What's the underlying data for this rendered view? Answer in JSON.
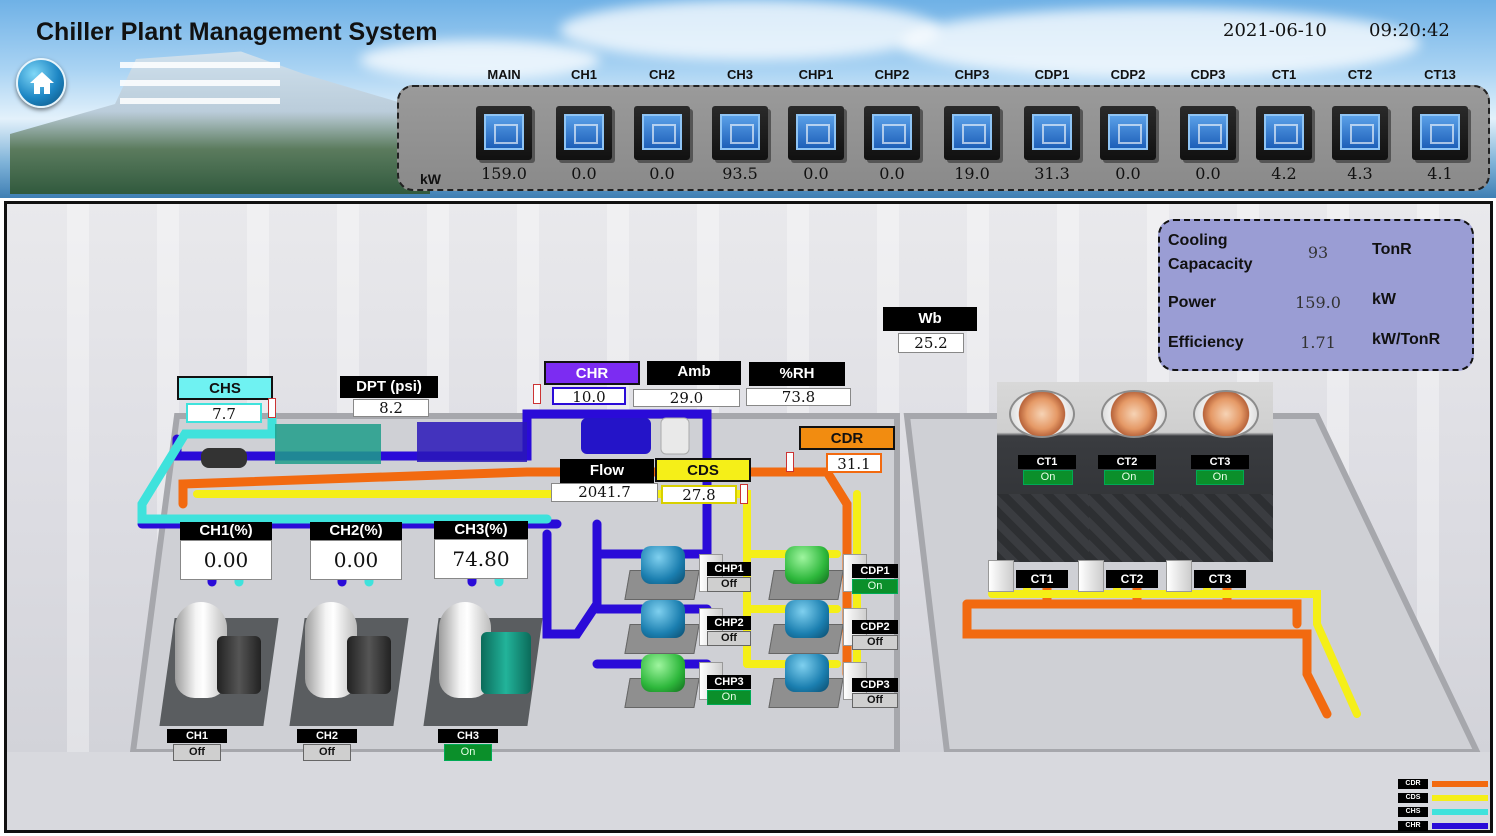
{
  "header": {
    "title": "Chiller Plant Management System",
    "date": "2021-06-10",
    "time": "09:20:42",
    "power_unit": "kW",
    "meters": [
      {
        "label": "MAIN",
        "value": "159.0"
      },
      {
        "label": "CH1",
        "value": "0.0"
      },
      {
        "label": "CH2",
        "value": "0.0"
      },
      {
        "label": "CH3",
        "value": "93.5"
      },
      {
        "label": "CHP1",
        "value": "0.0"
      },
      {
        "label": "CHP2",
        "value": "0.0"
      },
      {
        "label": "CHP3",
        "value": "19.0"
      },
      {
        "label": "CDP1",
        "value": "31.3"
      },
      {
        "label": "CDP2",
        "value": "0.0"
      },
      {
        "label": "CDP3",
        "value": "0.0"
      },
      {
        "label": "CT1",
        "value": "4.2"
      },
      {
        "label": "CT2",
        "value": "4.3"
      },
      {
        "label": "CT13",
        "value": "4.1"
      }
    ]
  },
  "sensors": {
    "chs": {
      "label": "CHS",
      "value": "7.7"
    },
    "dpt": {
      "label": "DPT (psi)",
      "value": "8.2"
    },
    "chr": {
      "label": "CHR",
      "value": "10.0"
    },
    "amb": {
      "label": "Amb",
      "value": "29.0"
    },
    "rh": {
      "label": "%RH",
      "value": "73.8"
    },
    "wb": {
      "label": "Wb",
      "value": "25.2"
    },
    "cdr": {
      "label": "CDR",
      "value": "31.1"
    },
    "flow": {
      "label": "Flow",
      "value": "2041.7"
    },
    "cds": {
      "label": "CDS",
      "value": "27.8"
    }
  },
  "chiller_load": [
    {
      "label": "CH1(%)",
      "value": "0.00"
    },
    {
      "label": "CH2(%)",
      "value": "0.00"
    },
    {
      "label": "CH3(%)",
      "value": "74.80"
    }
  ],
  "chillers": [
    {
      "label": "CH1",
      "status": "Off"
    },
    {
      "label": "CH2",
      "status": "Off"
    },
    {
      "label": "CH3",
      "status": "On"
    }
  ],
  "chw_pumps": [
    {
      "label": "CHP1",
      "status": "Off"
    },
    {
      "label": "CHP2",
      "status": "Off"
    },
    {
      "label": "CHP3",
      "status": "On"
    }
  ],
  "cdw_pumps": [
    {
      "label": "CDP1",
      "status": "On"
    },
    {
      "label": "CDP2",
      "status": "Off"
    },
    {
      "label": "CDP3",
      "status": "Off"
    }
  ],
  "cooling_towers": [
    {
      "label": "CT1",
      "status": "On"
    },
    {
      "label": "CT2",
      "status": "On"
    },
    {
      "label": "CT3",
      "status": "On"
    }
  ],
  "tower_panels": [
    "CT1",
    "CT2",
    "CT3"
  ],
  "performance": {
    "cooling_capacity_label": "Cooling Capacacity",
    "cooling_capacity_value": "93",
    "cooling_capacity_unit": "TonR",
    "power_label": "Power",
    "power_value": "159.0",
    "power_unit": "kW",
    "efficiency_label": "Efficiency",
    "efficiency_value": "1.71",
    "efficiency_unit": "kW/TonR"
  },
  "legend": [
    {
      "label": "CDR",
      "color": "#f26a10"
    },
    {
      "label": "CDS",
      "color": "#f5ef18"
    },
    {
      "label": "CHS",
      "color": "#3fe2dc"
    },
    {
      "label": "CHR",
      "color": "#2a0bd8"
    }
  ],
  "colors": {
    "cdr": "#f26a10",
    "cds": "#f5ef18",
    "chs": "#3fe2dc",
    "chr": "#2a0bd8",
    "on": "#0b8f2a",
    "off": "#cfcfcf"
  }
}
